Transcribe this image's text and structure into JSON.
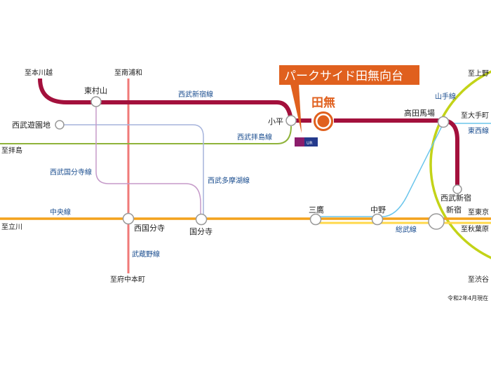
{
  "property": {
    "name": "パークサイド田無向台",
    "nearest_station": "田無",
    "logo": "UR"
  },
  "colors": {
    "seibu_shinjuku": "#a3103c",
    "musashino": "#f07a78",
    "haijima": "#8fb33a",
    "tamako": "#a6b4dc",
    "kokubunji": "#c59ac9",
    "chuo": "#f3a21c",
    "sobu": "#ffd84a",
    "tozai": "#6cc6ec",
    "yamanote": "#c3d318",
    "accent": "#e0601e"
  },
  "lines": {
    "seibu_shinjuku": "西武新宿線",
    "haijima": "西武拝島線",
    "kokubunji": "西武国分寺線",
    "tamako": "西武多摩湖線",
    "chuo": "中央線",
    "musashino": "武蔵野線",
    "sobu": "総武線",
    "yamanote": "山手線",
    "tozai": "東西線"
  },
  "stations": {
    "higashimurayama": "東村山",
    "seibuyuenchi": "西武遊園地",
    "kodaira": "小平",
    "nishikokubunji": "西国分寺",
    "kokubunji": "国分寺",
    "mitaka": "三鷹",
    "nakano": "中野",
    "takadanobaba": "高田馬場",
    "seibushinjuku": "西武新宿",
    "shinjuku": "新宿"
  },
  "destinations": {
    "kawagoe": "至本川越",
    "minamiurawa": "至南浦和",
    "haijima": "至拝島",
    "tachikawa": "至立川",
    "fuchuhonmachi": "至府中本町",
    "ueno": "至上野",
    "otemachi": "至大手町",
    "tokyo": "至東京",
    "akihabara": "至秋葉原",
    "shibuya": "至渋谷"
  },
  "note": "令和2年4月現在"
}
